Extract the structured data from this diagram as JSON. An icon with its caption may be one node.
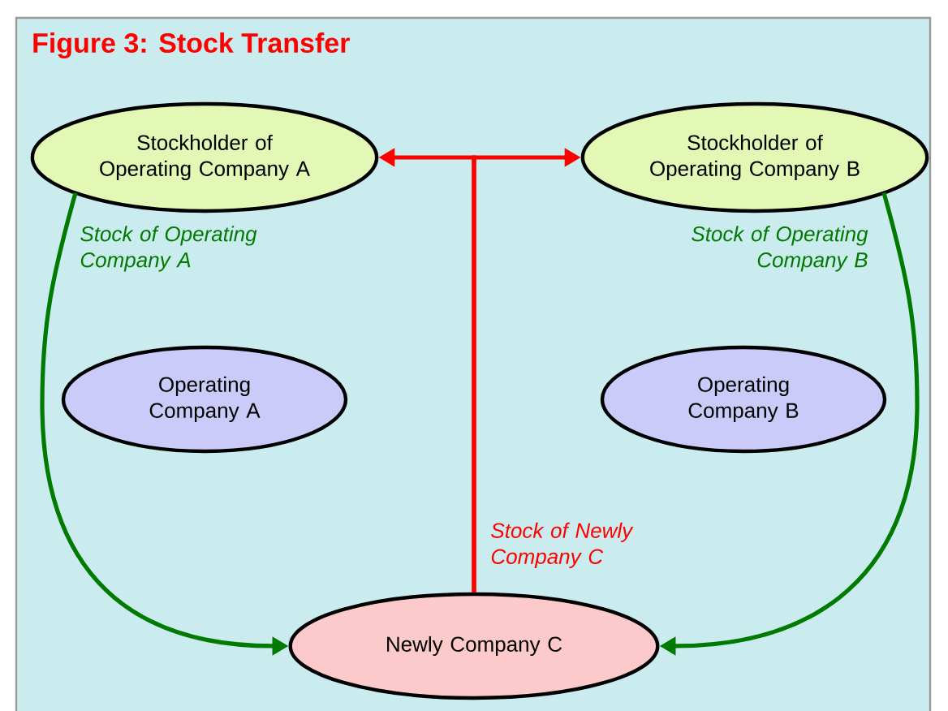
{
  "diagram": {
    "title": "Figure 3: Stock Transfer",
    "nodes": [
      {
        "text": [
          "Stockholder of Operating Company A"
        ]
      },
      {
        "text": [
          "Stockholder of Operating Company B"
        ]
      },
      {
        "text": [
          "Operating Company A"
        ]
      },
      {
        "text": [
          "Operating Company B"
        ]
      },
      {
        "text": [
          "Newly Company C"
        ]
      }
    ],
    "edges": [
      {
        "from": 0,
        "to": 4,
        "arrow": "to",
        "label": "Stock of Operating Company A",
        "color": "#007a00"
      },
      {
        "from": 1,
        "to": 4,
        "arrow": "to",
        "label": "Stock of Operating Company B",
        "color": "#007a00"
      },
      {
        "from": 4,
        "to": 0,
        "arrow": "to",
        "label": "Stock of Newly Company C",
        "color": "#ff0000"
      },
      {
        "from": 4,
        "to": 1,
        "arrow": "to",
        "color": "#ff0000"
      }
    ]
  }
}
